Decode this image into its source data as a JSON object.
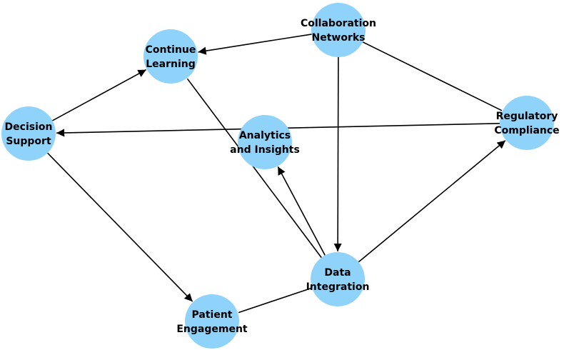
{
  "diagram": {
    "node_color": "#8fd3fb",
    "edge_color": "#000000",
    "nodes": [
      {
        "id": "collab",
        "lines": [
          "Collaboration",
          "Networks"
        ]
      },
      {
        "id": "learn",
        "lines": [
          "Continue",
          "Learning"
        ]
      },
      {
        "id": "decision",
        "lines": [
          "Decision",
          "Support"
        ]
      },
      {
        "id": "analytics",
        "lines": [
          "Analytics",
          "and Insights"
        ]
      },
      {
        "id": "regulatory",
        "lines": [
          "Regulatory",
          "Compliance"
        ]
      },
      {
        "id": "data",
        "lines": [
          "Data",
          "Integration"
        ]
      },
      {
        "id": "patient",
        "lines": [
          "Patient",
          "Engagement"
        ]
      }
    ],
    "edges": [
      {
        "from": "collab",
        "to": "learn",
        "directed": true
      },
      {
        "from": "collab",
        "to": "regulatory",
        "directed": false
      },
      {
        "from": "collab",
        "to": "data",
        "directed": true
      },
      {
        "from": "decision",
        "to": "learn",
        "directed": true
      },
      {
        "from": "decision",
        "to": "patient",
        "directed": true
      },
      {
        "from": "regulatory",
        "to": "decision",
        "directed": true
      },
      {
        "from": "data",
        "to": "analytics",
        "directed": true
      },
      {
        "from": "data",
        "to": "regulatory",
        "directed": true
      },
      {
        "from": "data",
        "to": "learn",
        "directed": false
      },
      {
        "from": "data",
        "to": "patient",
        "directed": false
      }
    ]
  }
}
